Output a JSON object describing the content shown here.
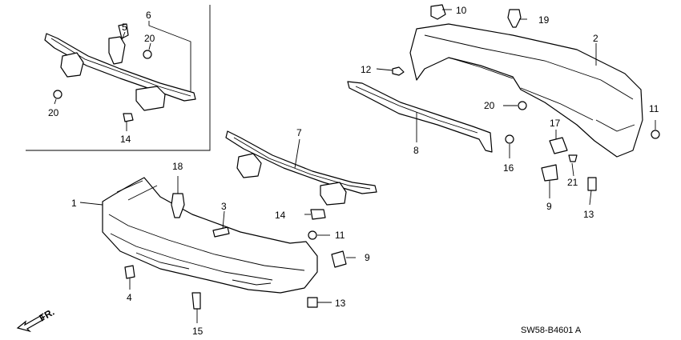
{
  "diagram_code": "SW58-B4601 A",
  "front_indicator": "FR.",
  "callouts": {
    "c1": "1",
    "c2": "2",
    "c3": "3",
    "c4": "4",
    "c5": "5",
    "c6": "6",
    "c7": "7",
    "c8": "8",
    "c9a": "9",
    "c9b": "9",
    "c10": "10",
    "c11a": "11",
    "c11b": "11",
    "c12": "12",
    "c13a": "13",
    "c13b": "13",
    "c14a": "14",
    "c14b": "14",
    "c15": "15",
    "c16": "16",
    "c17": "17",
    "c18": "18",
    "c19": "19",
    "c20a": "20",
    "c20b": "20",
    "c20c": "20",
    "c21": "21"
  }
}
